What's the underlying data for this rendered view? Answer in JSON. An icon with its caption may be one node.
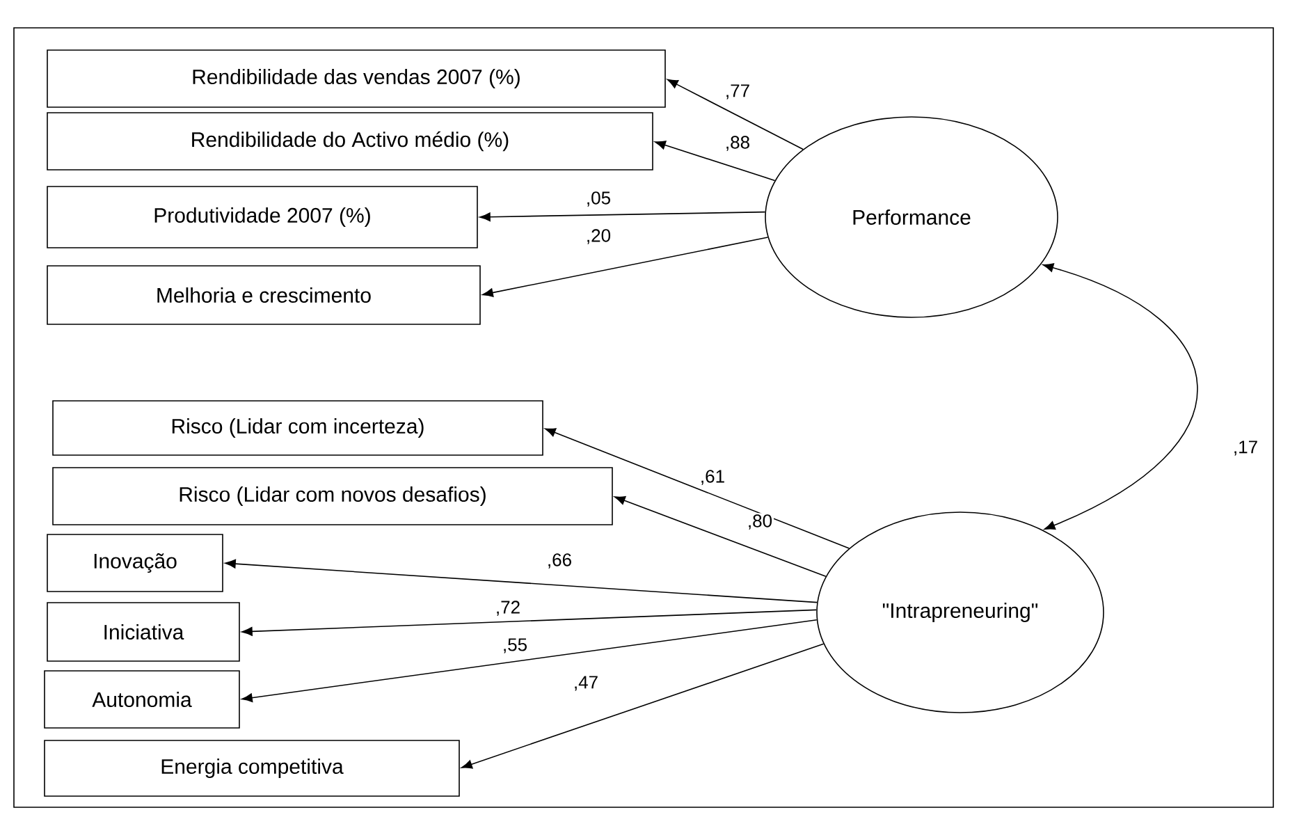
{
  "diagram": {
    "nodes": [
      {
        "text": [
          "Rendibilidade das vendas 2007 (%)"
        ]
      },
      {
        "text": [
          "Rendibilidade do Activo médio (%)"
        ]
      },
      {
        "text": [
          "Produtividade 2007 (%)"
        ]
      },
      {
        "text": [
          "Melhoria e crescimento"
        ]
      },
      {
        "text": [
          "Risco (Lidar com incerteza)"
        ]
      },
      {
        "text": [
          "Risco (Lidar com novos desafios)"
        ]
      },
      {
        "text": [
          "Inovação"
        ]
      },
      {
        "text": [
          "Iniciativa"
        ]
      },
      {
        "text": [
          "Autonomia"
        ]
      },
      {
        "text": [
          "Energia competitiva"
        ]
      },
      {
        "text": [
          "Performance"
        ]
      },
      {
        "text": [
          "\"Intrapreneuring\""
        ]
      }
    ],
    "edges": [
      {
        "from": 10,
        "to": 0,
        "arrow": "to",
        "label": ",77"
      },
      {
        "from": 10,
        "to": 1,
        "arrow": "to",
        "label": ",88"
      },
      {
        "from": 10,
        "to": 2,
        "arrow": "to",
        "label": ",05"
      },
      {
        "from": 10,
        "to": 3,
        "arrow": "to",
        "label": ",20"
      },
      {
        "from": 11,
        "to": 4,
        "arrow": "to",
        "label": ",61"
      },
      {
        "from": 11,
        "to": 5,
        "arrow": "to",
        "label": ",80"
      },
      {
        "from": 11,
        "to": 6,
        "arrow": "to",
        "label": ",66"
      },
      {
        "from": 11,
        "to": 7,
        "arrow": "to",
        "label": ",72"
      },
      {
        "from": 11,
        "to": 8,
        "arrow": "to",
        "label": ",55"
      },
      {
        "from": 11,
        "to": 9,
        "arrow": "to",
        "label": ",47"
      },
      {
        "from": 10,
        "to": 11,
        "arrow": "both",
        "label": ",17"
      }
    ]
  }
}
